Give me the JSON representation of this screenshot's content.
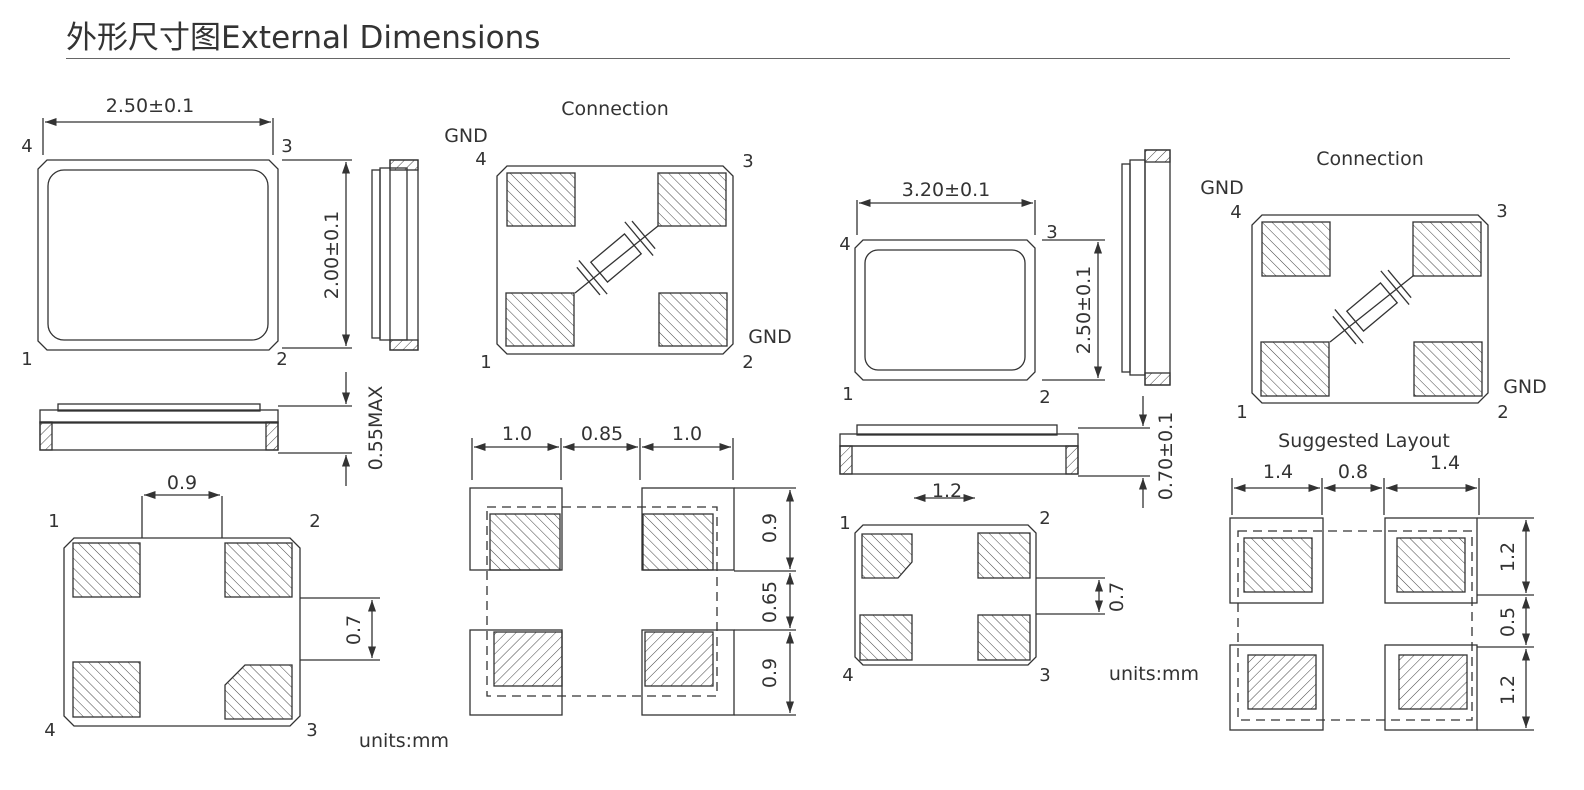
{
  "title": "外形尺寸图External Dimensions",
  "colors": {
    "line": "#333333",
    "pad_fill": "#f4f4f4",
    "hatch": "#444444"
  },
  "left_package": {
    "top_view": {
      "width_dim": "2.50±0.1",
      "height_dim": "2.00±0.1",
      "pins": [
        "1",
        "2",
        "3",
        "4"
      ]
    },
    "side_view": {
      "height_dim": "0.55MAX"
    },
    "bottom_view": {
      "pitch_dim": "0.9",
      "pad_dim": "0.7",
      "pins": [
        "1",
        "2",
        "3",
        "4"
      ]
    },
    "connection": {
      "title": "Connection",
      "gnd_top": "GND",
      "gnd_bottom": "GND",
      "pins": [
        "1",
        "2",
        "3",
        "4"
      ]
    },
    "layout": {
      "widths": [
        "1.0",
        "0.85",
        "1.0"
      ],
      "heights": [
        "0.9",
        "0.65",
        "0.9"
      ]
    },
    "units": "units:mm"
  },
  "right_package": {
    "top_view": {
      "width_dim": "3.20±0.1",
      "height_dim": "2.50±0.1",
      "pins": [
        "1",
        "2",
        "3",
        "4"
      ]
    },
    "side_view": {
      "height_dim": "0.70±0.1"
    },
    "bottom_view": {
      "pitch_dim": "1.2",
      "pad_dim": "0.7",
      "pins": [
        "1",
        "2",
        "3",
        "4"
      ]
    },
    "connection": {
      "title": "Connection",
      "gnd_top": "GND",
      "gnd_bottom": "GND",
      "pins": [
        "1",
        "2",
        "3",
        "4"
      ]
    },
    "layout": {
      "title": "Suggested Layout",
      "widths": [
        "1.4",
        "0.8",
        "1.4"
      ],
      "heights": [
        "1.2",
        "0.5",
        "1.2"
      ]
    },
    "units": "units:mm"
  }
}
